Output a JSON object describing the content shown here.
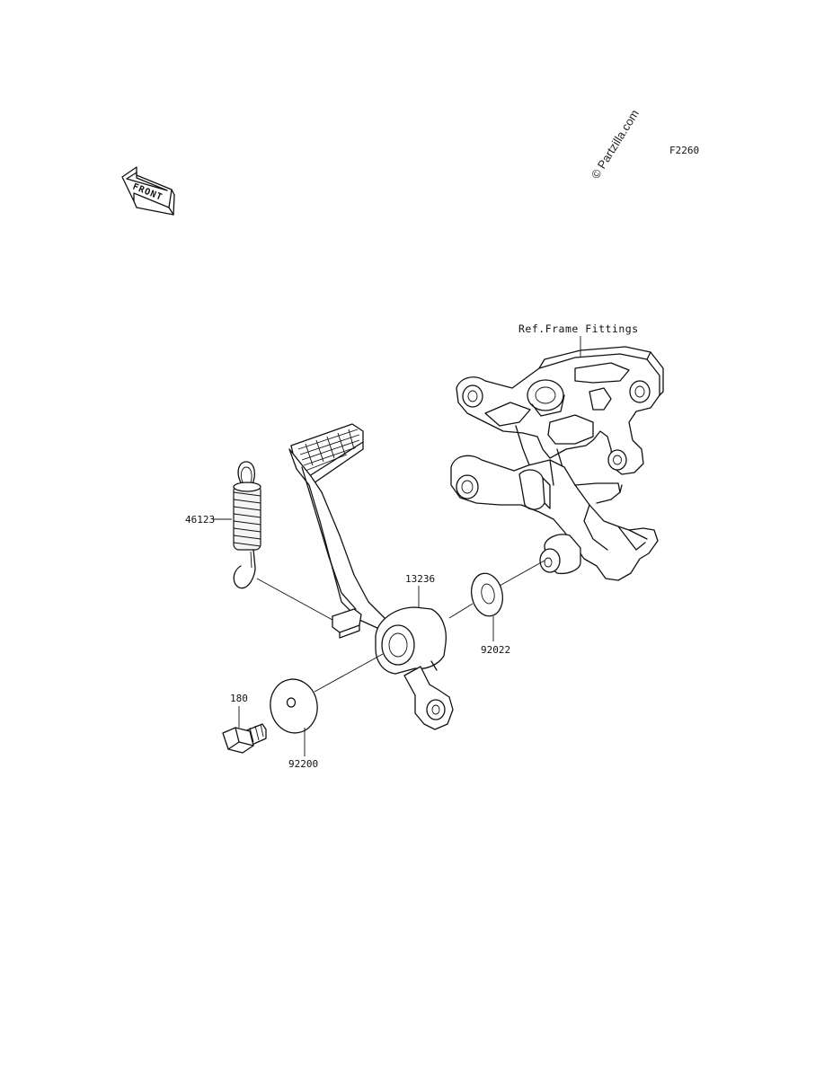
{
  "watermark": {
    "text": "© Partzilla.com"
  },
  "figure_code": "F2260",
  "front_arrow": {
    "label": "FRONT",
    "icon": "front-direction-arrow-icon"
  },
  "reference_note": "Ref.Frame Fittings",
  "callouts": {
    "spring": "46123",
    "pedal": "13236",
    "washer": "92022",
    "bolt": "180",
    "cap_washer": "92200"
  },
  "footer": {
    "line1": "",
    "line2": ""
  }
}
